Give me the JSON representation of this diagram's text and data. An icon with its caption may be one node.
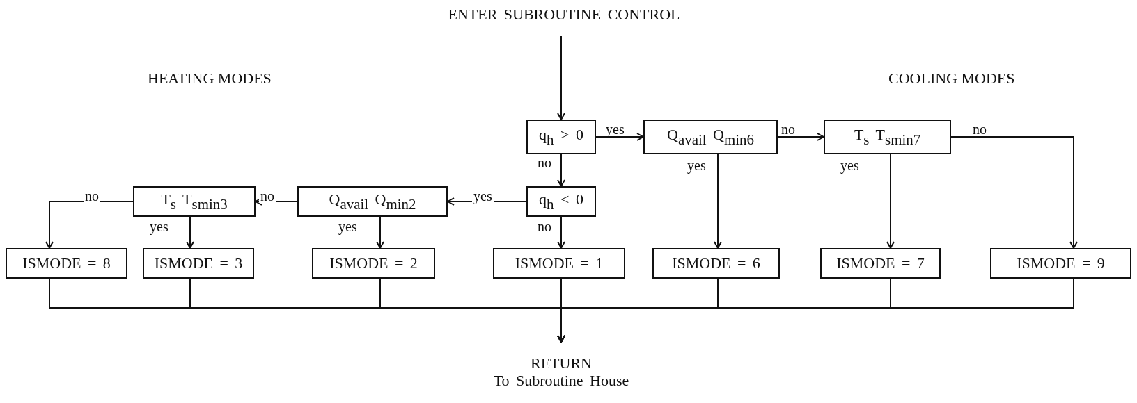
{
  "diagram": {
    "nodes": [
      {
        "text": [
          "ENTER SUBROUTINE CONTROL"
        ]
      },
      {
        "text": [
          "q$_{h}$ > 0"
        ]
      },
      {
        "text": [
          "Q$_{avail}$ Q$_{min6}$"
        ]
      },
      {
        "text": [
          "T$_{s}$ T$_{smin7}$"
        ]
      },
      {
        "text": [
          "q$_{h}$ < 0"
        ]
      },
      {
        "text": [
          "Q$_{avail}$ Q$_{min2}$"
        ]
      },
      {
        "text": [
          "T$_{s}$ T$_{smin3}$"
        ]
      },
      {
        "text": [
          "ISMODE = 8"
        ]
      },
      {
        "text": [
          "ISMODE = 3"
        ]
      },
      {
        "text": [
          "ISMODE = 2"
        ]
      },
      {
        "text": [
          "ISMODE = 1"
        ]
      },
      {
        "text": [
          "ISMODE = 6"
        ]
      },
      {
        "text": [
          "ISMODE = 7"
        ]
      },
      {
        "text": [
          "ISMODE = 9"
        ]
      },
      {
        "text": [
          "RETURN",
          "To Subroutine House"
        ]
      }
    ],
    "edges": [
      {
        "from": 0,
        "to": 1,
        "arrow": "to"
      },
      {
        "from": 1,
        "to": 2,
        "arrow": "to",
        "label": "yes"
      },
      {
        "from": 2,
        "to": 3,
        "arrow": "to",
        "label": "no"
      },
      {
        "from": 3,
        "to": 13,
        "arrow": "to",
        "label": "no"
      },
      {
        "from": 2,
        "to": 11,
        "arrow": "to",
        "label": "yes"
      },
      {
        "from": 3,
        "to": 12,
        "arrow": "to",
        "label": "yes"
      },
      {
        "from": 1,
        "to": 4,
        "arrow": "to",
        "label": "no"
      },
      {
        "from": 4,
        "to": 10,
        "arrow": "to",
        "label": "no"
      },
      {
        "from": 4,
        "to": 5,
        "arrow": "to",
        "label": "yes"
      },
      {
        "from": 5,
        "to": 6,
        "arrow": "to",
        "label": "no"
      },
      {
        "from": 6,
        "to": 7,
        "arrow": "to",
        "label": "no"
      },
      {
        "from": 5,
        "to": 9,
        "arrow": "to",
        "label": "yes"
      },
      {
        "from": 6,
        "to": 8,
        "arrow": "to",
        "label": "yes"
      },
      {
        "from": 7,
        "to": 14,
        "arrow": "to"
      },
      {
        "from": 8,
        "to": 14,
        "arrow": "to"
      },
      {
        "from": 9,
        "to": 14,
        "arrow": "to"
      },
      {
        "from": 10,
        "to": 14,
        "arrow": "to"
      },
      {
        "from": 11,
        "to": 14,
        "arrow": "to"
      },
      {
        "from": 12,
        "to": 14,
        "arrow": "to"
      },
      {
        "from": 13,
        "to": 14,
        "arrow": "to"
      }
    ],
    "labels": [
      "HEATING MODES",
      "COOLING MODES"
    ]
  }
}
